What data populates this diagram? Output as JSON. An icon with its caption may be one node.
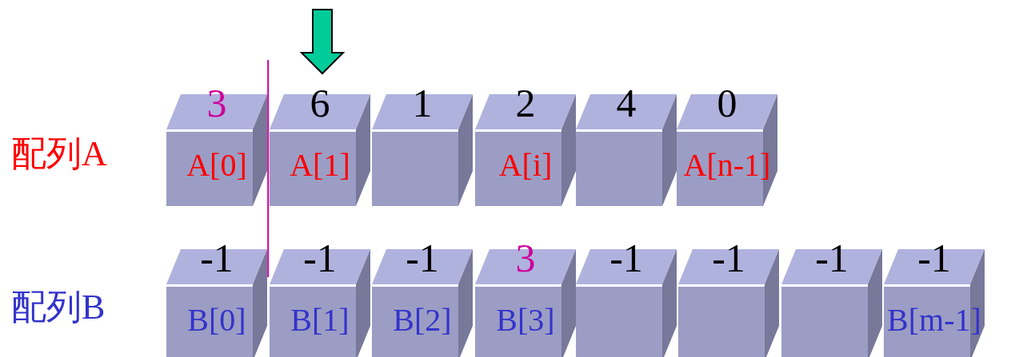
{
  "diagram": {
    "nodes": [
      {
        "text": [
          "3",
          "A[0]"
        ]
      },
      {
        "text": [
          "6",
          "A[1]"
        ]
      },
      {
        "text": [
          "1"
        ]
      },
      {
        "text": [
          "2",
          "A[i]"
        ]
      },
      {
        "text": [
          "4"
        ]
      },
      {
        "text": [
          "0",
          "A[n-1]"
        ]
      },
      {
        "text": [
          "-1",
          "B[0]"
        ]
      },
      {
        "text": [
          "-1",
          "B[1]"
        ]
      },
      {
        "text": [
          "-1",
          "B[2]"
        ]
      },
      {
        "text": [
          "3",
          "B[3]"
        ]
      },
      {
        "text": [
          "-1"
        ]
      },
      {
        "text": [
          "-1"
        ]
      },
      {
        "text": [
          "-1"
        ]
      },
      {
        "text": [
          "-1",
          "B[m-1]"
        ]
      }
    ],
    "edges": [
      {
        "from": null,
        "to": 1,
        "arrow": "to"
      }
    ],
    "labels": [
      "配列A",
      "配列B"
    ]
  }
}
